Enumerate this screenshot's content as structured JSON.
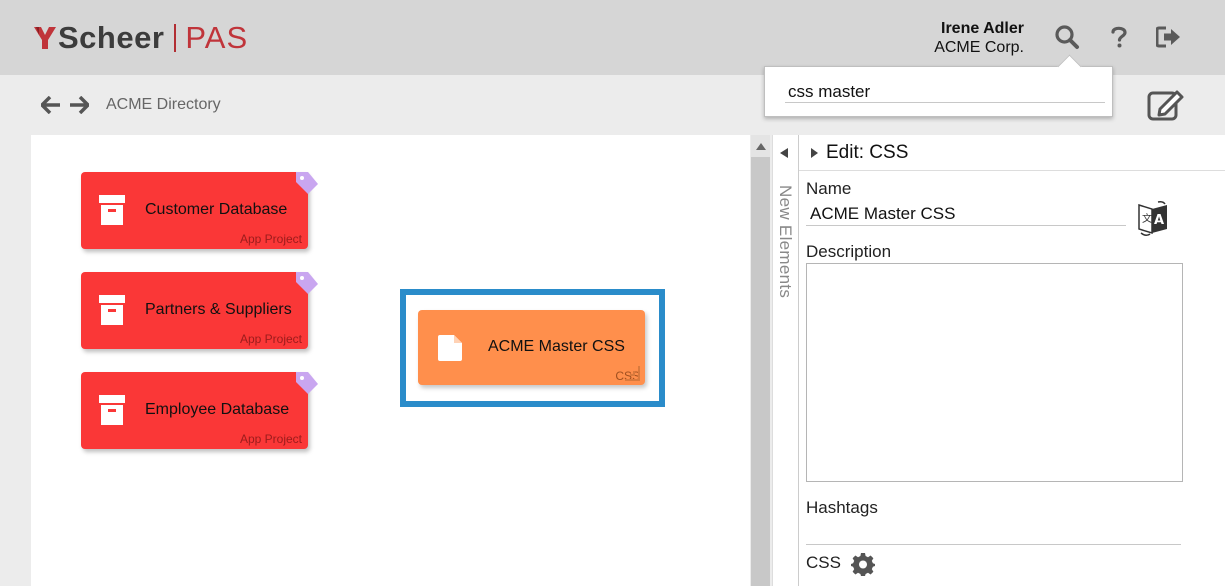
{
  "header": {
    "logo_main": "Scheer",
    "logo_product": "PAS",
    "user_name": "Irene Adler",
    "user_org": "ACME Corp.",
    "icons": [
      "search-icon",
      "help-icon",
      "logout-icon"
    ],
    "brand_color": "#c0343a",
    "bg_color": "#d6d6d6"
  },
  "search": {
    "value": "css master"
  },
  "breadcrumb": {
    "current": "ACME Directory",
    "icons": [
      "back-arrow-icon",
      "forward-arrow-icon"
    ]
  },
  "canvas": {
    "tiles": [
      {
        "title": "Customer Database",
        "type": "App Project",
        "color": "#fa3737"
      },
      {
        "title": "Partners & Suppliers",
        "type": "App Project",
        "color": "#fa3737"
      },
      {
        "title": "Employee Database",
        "type": "App Project",
        "color": "#fa3737"
      }
    ],
    "selected_tile": {
      "title": "ACME Master CSS",
      "type": "CSS",
      "color": "#ff8f4c",
      "frame_color": "#2a8cca"
    }
  },
  "side_panel": {
    "new_elements_label": "New Elements"
  },
  "edit_panel": {
    "heading": "Edit: CSS",
    "name_label": "Name",
    "name_value": "ACME Master CSS",
    "description_label": "Description",
    "hashtags_label": "Hashtags",
    "css_label": "CSS"
  }
}
